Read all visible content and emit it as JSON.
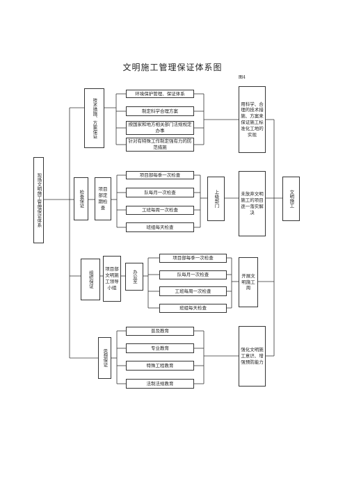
{
  "title": "文明施工管理保证体系图",
  "figure_no": "图4",
  "root": "现场文明施工管理保证体系",
  "goal": "文明施工",
  "tech": {
    "label": "技术措施、方案保证",
    "items": [
      "环境保护管理、保证体系",
      "制定科学合理方案",
      "按国家和地方相关部门法规规定办事",
      "针对有特殊工作制定强有力的防范措施"
    ],
    "result": "用科学、合理的技术措施、方案来保证施工标准化工地的实现"
  },
  "check": {
    "label": "检查保证",
    "sub": "项目部定期检查",
    "items": [
      "项目部每季一次检查",
      "队每月一次检查",
      "工班每周一次检查",
      "班组每天检查"
    ],
    "dept": "上级部门",
    "result": "未放弃文明施工的项目逐一落实解决"
  },
  "org": {
    "label": "组织保证",
    "sub": "项目部文明施工领导小组",
    "office": "办公室",
    "items": [
      "项目部每季一次检查",
      "队每月一次检查",
      "工班每周一次检查",
      "班组每天检查"
    ],
    "result": "开展文明施工周"
  },
  "thought": {
    "label": "思想保证",
    "items": [
      "普及教育",
      "专业教育",
      "特殊工程教育",
      "法制法规教育"
    ],
    "result": "强化文明施工意识、增强预防能力"
  }
}
